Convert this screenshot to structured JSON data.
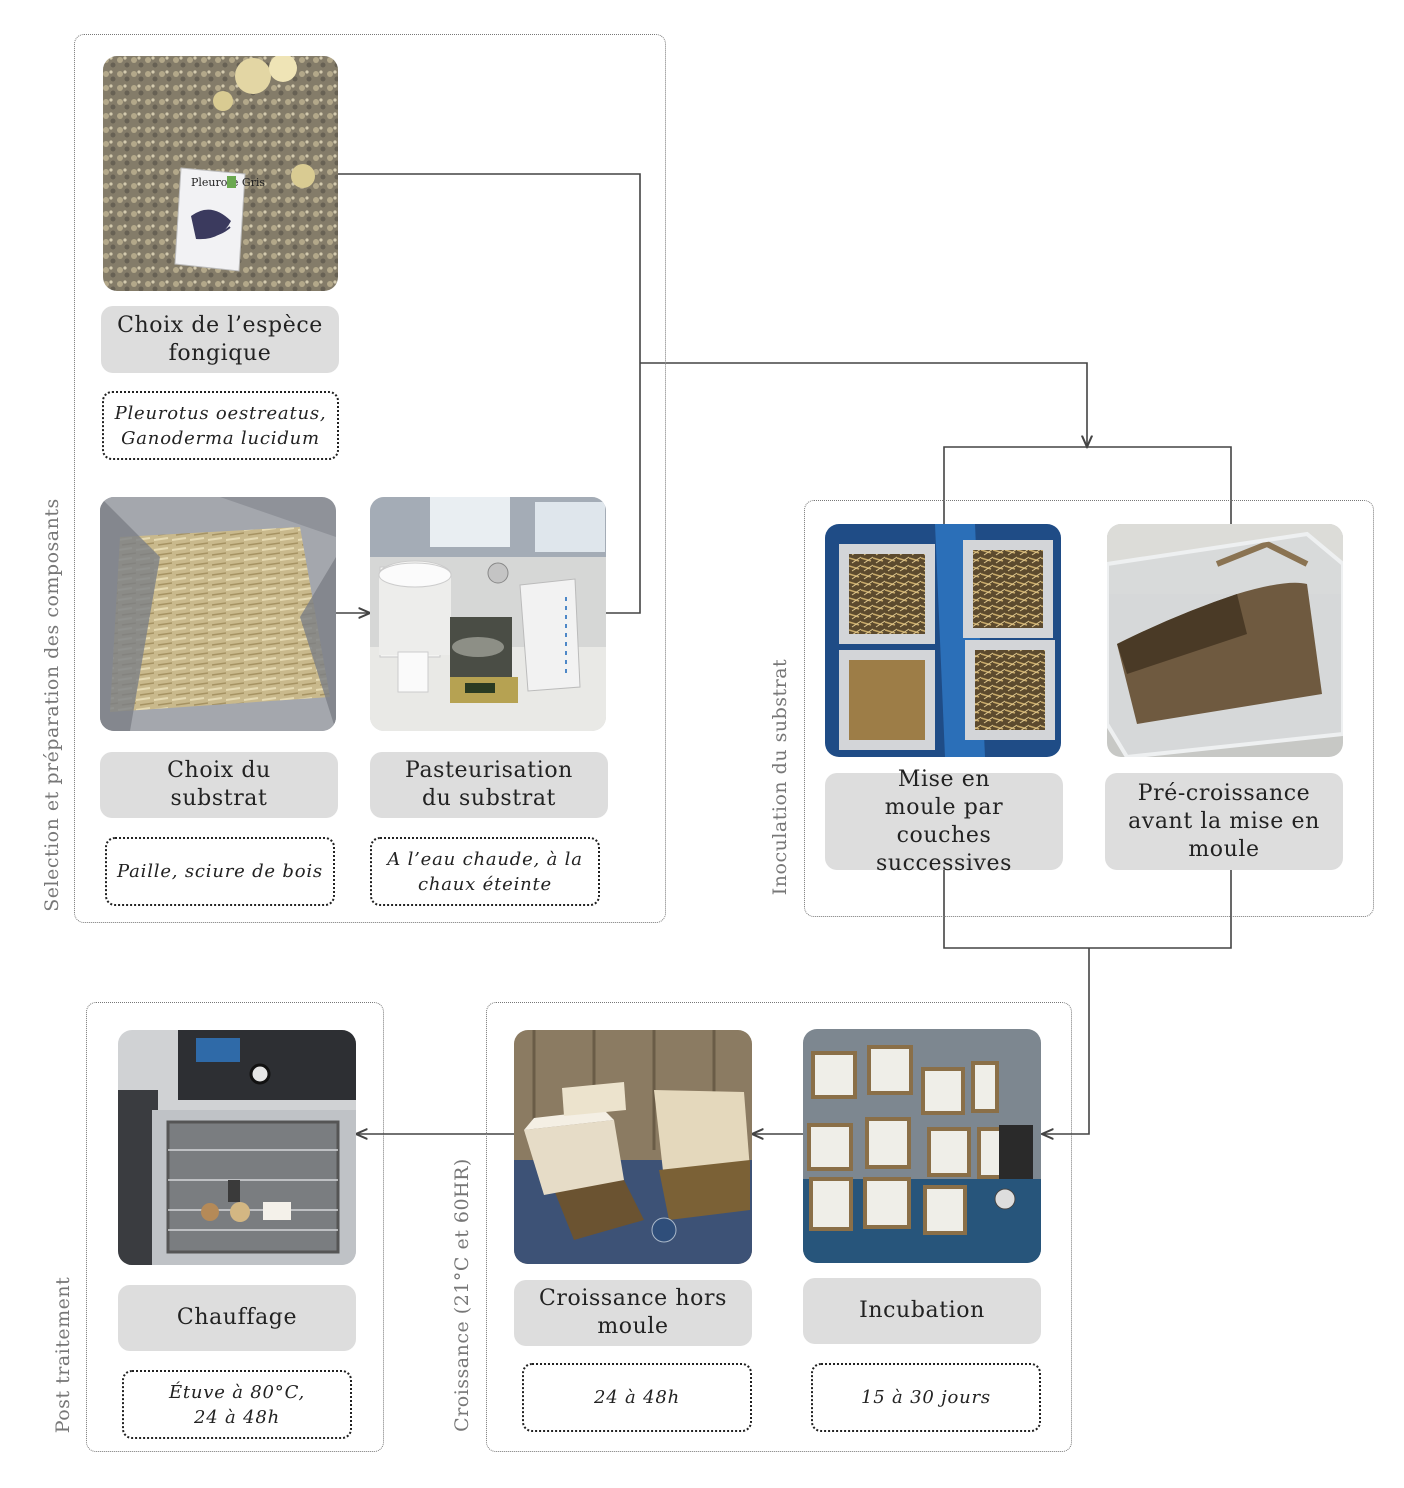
{
  "groups": {
    "selection": "Selection et préparation des composants",
    "inoculation": "Inoculation du substrat",
    "croissance": "Croissance (21°C et 60HR)",
    "post": "Post traitement"
  },
  "steps": {
    "espece": {
      "label": "Choix de l’espèce fongique",
      "note": "Pleurotus oestreatus, Ganoderma lucidum",
      "photo": "oyster-mushroom-spawn-bag",
      "label_text": "Pleurote Gris"
    },
    "substrat": {
      "label": "Choix du substrat",
      "note": "Paille, sciure de bois",
      "photo": "straw-sawdust-bag"
    },
    "pasteurisation": {
      "label": "Pasteurisation du substrat",
      "note": "A l’eau chaude, à la chaux éteinte",
      "photo": "lab-scale-and-buckets"
    },
    "moule": {
      "label": "Mise en moule par couches successives",
      "photo": "square-molds-with-straw"
    },
    "precroissance": {
      "label": "Pré-croissance avant la mise en moule",
      "photo": "plastic-tub-with-substrate"
    },
    "incubation": {
      "label": "Incubation",
      "note": "15 à 30 jours",
      "photo": "molds-incubating"
    },
    "horsmoule": {
      "label": "Croissance hors moule",
      "note": "24 à 48h",
      "photo": "mycelium-blocks"
    },
    "chauffage": {
      "label": "Chauffage",
      "note": "Étuve à 80°C, 24 à 48h",
      "photo": "drying-oven"
    }
  },
  "colors": {
    "step_fill": "#dddddd",
    "group_border": "#777777",
    "arrow": "#444444"
  }
}
